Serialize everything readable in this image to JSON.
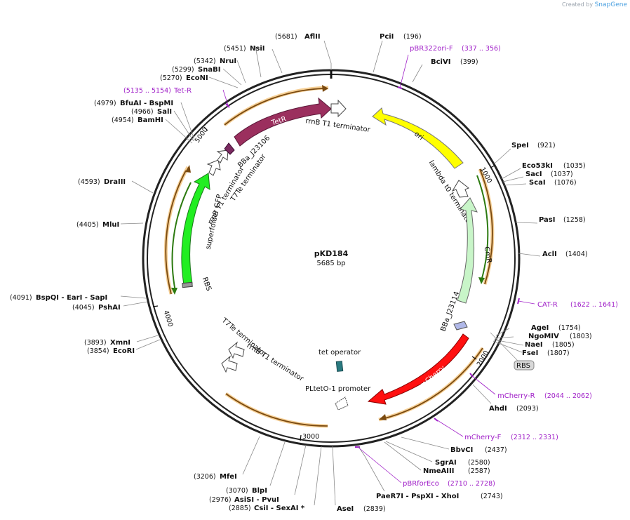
{
  "brand": {
    "created_by": "Created by",
    "app": "SnapGene"
  },
  "plasmid": {
    "name": "pKD184",
    "size": "5685 bp"
  },
  "ticks": [
    {
      "label": "1000"
    },
    {
      "label": "2000"
    },
    {
      "label": "3000"
    },
    {
      "label": "4000"
    },
    {
      "label": "5000"
    }
  ],
  "sites": [
    {
      "name": "AflII",
      "pos": "(5681)"
    },
    {
      "name": "PciI",
      "pos": "(196)"
    },
    {
      "name": "BciVI",
      "pos": "(399)"
    },
    {
      "name": "SpeI",
      "pos": "(921)"
    },
    {
      "name": "Eco53kI",
      "pos": "(1035)"
    },
    {
      "name": "SacI",
      "pos": "(1037)"
    },
    {
      "name": "ScaI",
      "pos": "(1076)"
    },
    {
      "name": "PasI",
      "pos": "(1258)"
    },
    {
      "name": "AclI",
      "pos": "(1404)"
    },
    {
      "name": "AgeI",
      "pos": "(1754)"
    },
    {
      "name": "NgoMIV",
      "pos": "(1803)"
    },
    {
      "name": "NaeI",
      "pos": "(1805)"
    },
    {
      "name": "FseI",
      "pos": "(1807)"
    },
    {
      "name": "AhdI",
      "pos": "(2093)"
    },
    {
      "name": "BbvCI",
      "pos": "(2437)"
    },
    {
      "name": "SgrAI",
      "pos": "(2580)"
    },
    {
      "name": "NmeAIII",
      "pos": "(2587)"
    },
    {
      "name": "PaeR7I - PspXI - XhoI",
      "pos": "(2743)"
    },
    {
      "name": "AseI",
      "pos": "(2839)"
    },
    {
      "name": "CsiI - SexAI *",
      "pos": "(2885)"
    },
    {
      "name": "AsiSI - PvuI",
      "pos": "(2976)"
    },
    {
      "name": "BlpI",
      "pos": "(3070)"
    },
    {
      "name": "MfeI",
      "pos": "(3206)"
    },
    {
      "name": "EcoRI",
      "pos": "(3854)"
    },
    {
      "name": "XmnI",
      "pos": "(3893)"
    },
    {
      "name": "PshAI",
      "pos": "(4045)"
    },
    {
      "name": "BspQI - EarI - SapI",
      "pos": "(4091)"
    },
    {
      "name": "MluI",
      "pos": "(4405)"
    },
    {
      "name": "DraIII",
      "pos": "(4593)"
    },
    {
      "name": "BamHI",
      "pos": "(4954)"
    },
    {
      "name": "SalI",
      "pos": "(4966)"
    },
    {
      "name": "BfuAI - BspMI",
      "pos": "(4979)"
    },
    {
      "name": "EcoNI",
      "pos": "(5270)"
    },
    {
      "name": "SnaBI",
      "pos": "(5299)"
    },
    {
      "name": "NruI",
      "pos": "(5342)"
    },
    {
      "name": "NsiI",
      "pos": "(5451)"
    }
  ],
  "primers": [
    {
      "name": "pBR322ori-F",
      "range": "(337 .. 356)"
    },
    {
      "name": "CAT-R",
      "range": "(1622 .. 1641)"
    },
    {
      "name": "mCherry-R",
      "range": "(2044 .. 2062)"
    },
    {
      "name": "mCherry-F",
      "range": "(2312 .. 2331)"
    },
    {
      "name": "pBRforEco",
      "range": "(2710 .. 2728)"
    },
    {
      "name": "Tet-R",
      "range": "(5135 .. 5154)"
    }
  ],
  "features": {
    "tetr": "TetR",
    "ori": "ori",
    "cmr": "CmR",
    "mcherry": "mCherry",
    "sfgfp": "superfolder GFP",
    "rrnb_top": "rrnB T1 terminator",
    "lambda": "lambda t0 terminator",
    "bba_23114": "BBa_J23114",
    "bba_23106": "BBa_J23106",
    "t7te_left": "T7Te terminator",
    "rrnb_left": "rrnB T1 terminator",
    "rbs_left": "RBS",
    "tet_operator": "tet operator",
    "pltet": "PLtetO-1 promoter",
    "t7te_bottom": "T7Te terminator",
    "rrnb_bottom": "rrnB T1 terminator",
    "rbs_badge": "RBS"
  },
  "colors": {
    "tetr": "#9b2f5e",
    "ori": "#ffff00",
    "cmr": "#c8f5c8",
    "mcherry": "#ff1010",
    "sfgfp": "#22ee22",
    "orf": "#f0a020",
    "primer": "#a020c8"
  }
}
